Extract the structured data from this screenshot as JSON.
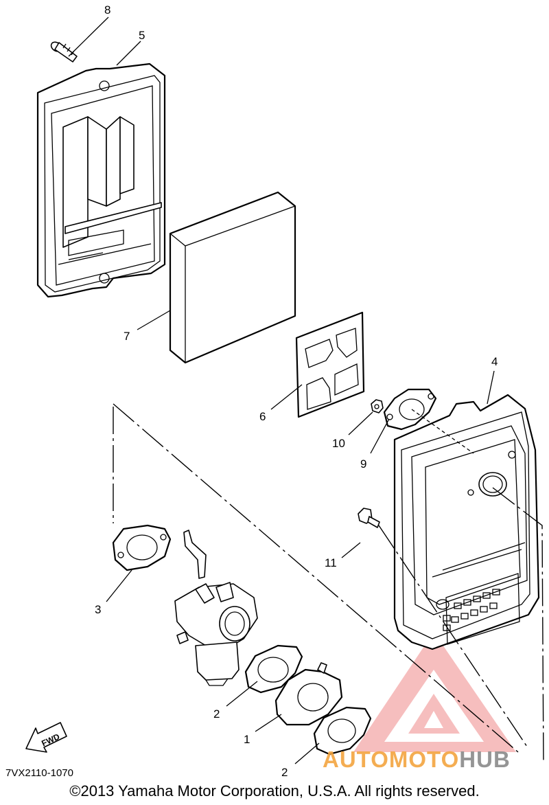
{
  "diagram": {
    "callouts": [
      "1",
      "2",
      "2",
      "3",
      "4",
      "5",
      "6",
      "7",
      "8",
      "9",
      "10",
      "11"
    ],
    "fwd_label": "FWD",
    "doc_code": "7VX2110-1070",
    "copyright": "©2013 Yamaha Motor Corporation, U.S.A. All rights reserved."
  },
  "watermark": {
    "text_a": "AUTOMOTO",
    "text_b": "HUB",
    "colors": {
      "orange": "#f3a540",
      "gray": "#8a8a8a",
      "red": "#e8383b"
    }
  }
}
